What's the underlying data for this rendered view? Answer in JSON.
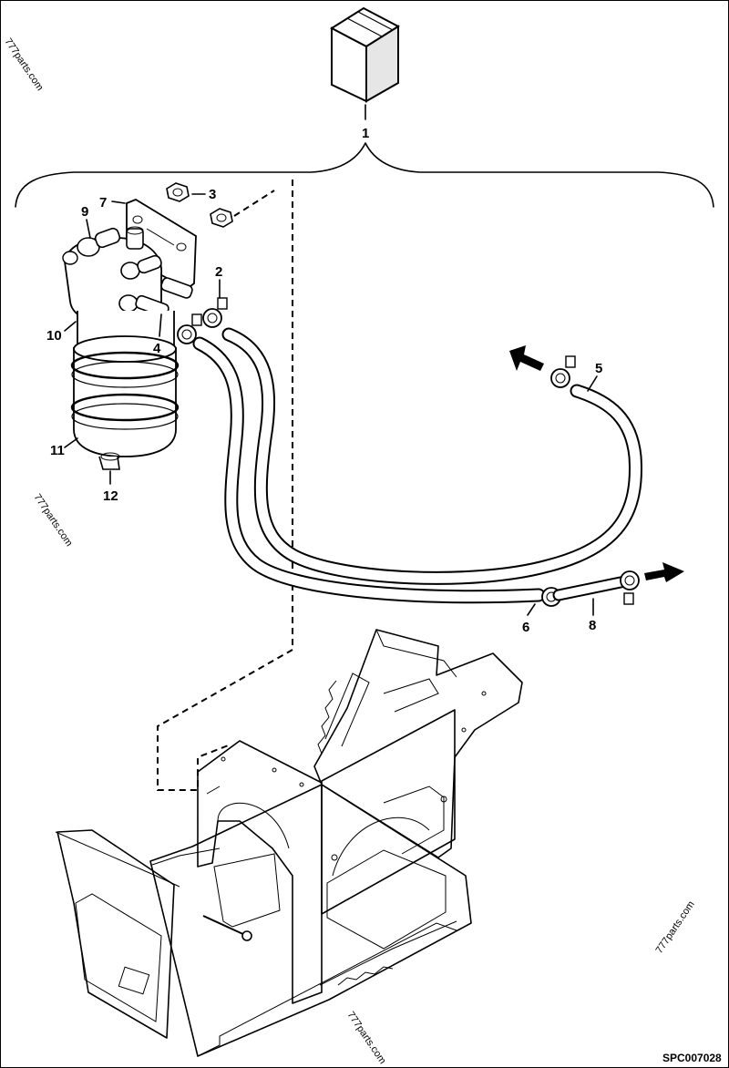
{
  "callouts": {
    "c1": "1",
    "c2": "2",
    "c3": "3",
    "c4": "4",
    "c5": "5",
    "c6": "6",
    "c7": "7",
    "c8": "8",
    "c9": "9",
    "c10": "10",
    "c11": "11",
    "c12": "12"
  },
  "watermarks": {
    "w1": "777parts.com",
    "w2": "777parts.com",
    "w3": "777parts.com",
    "w4": "777parts.com"
  },
  "drawing_code": "SPC007028"
}
